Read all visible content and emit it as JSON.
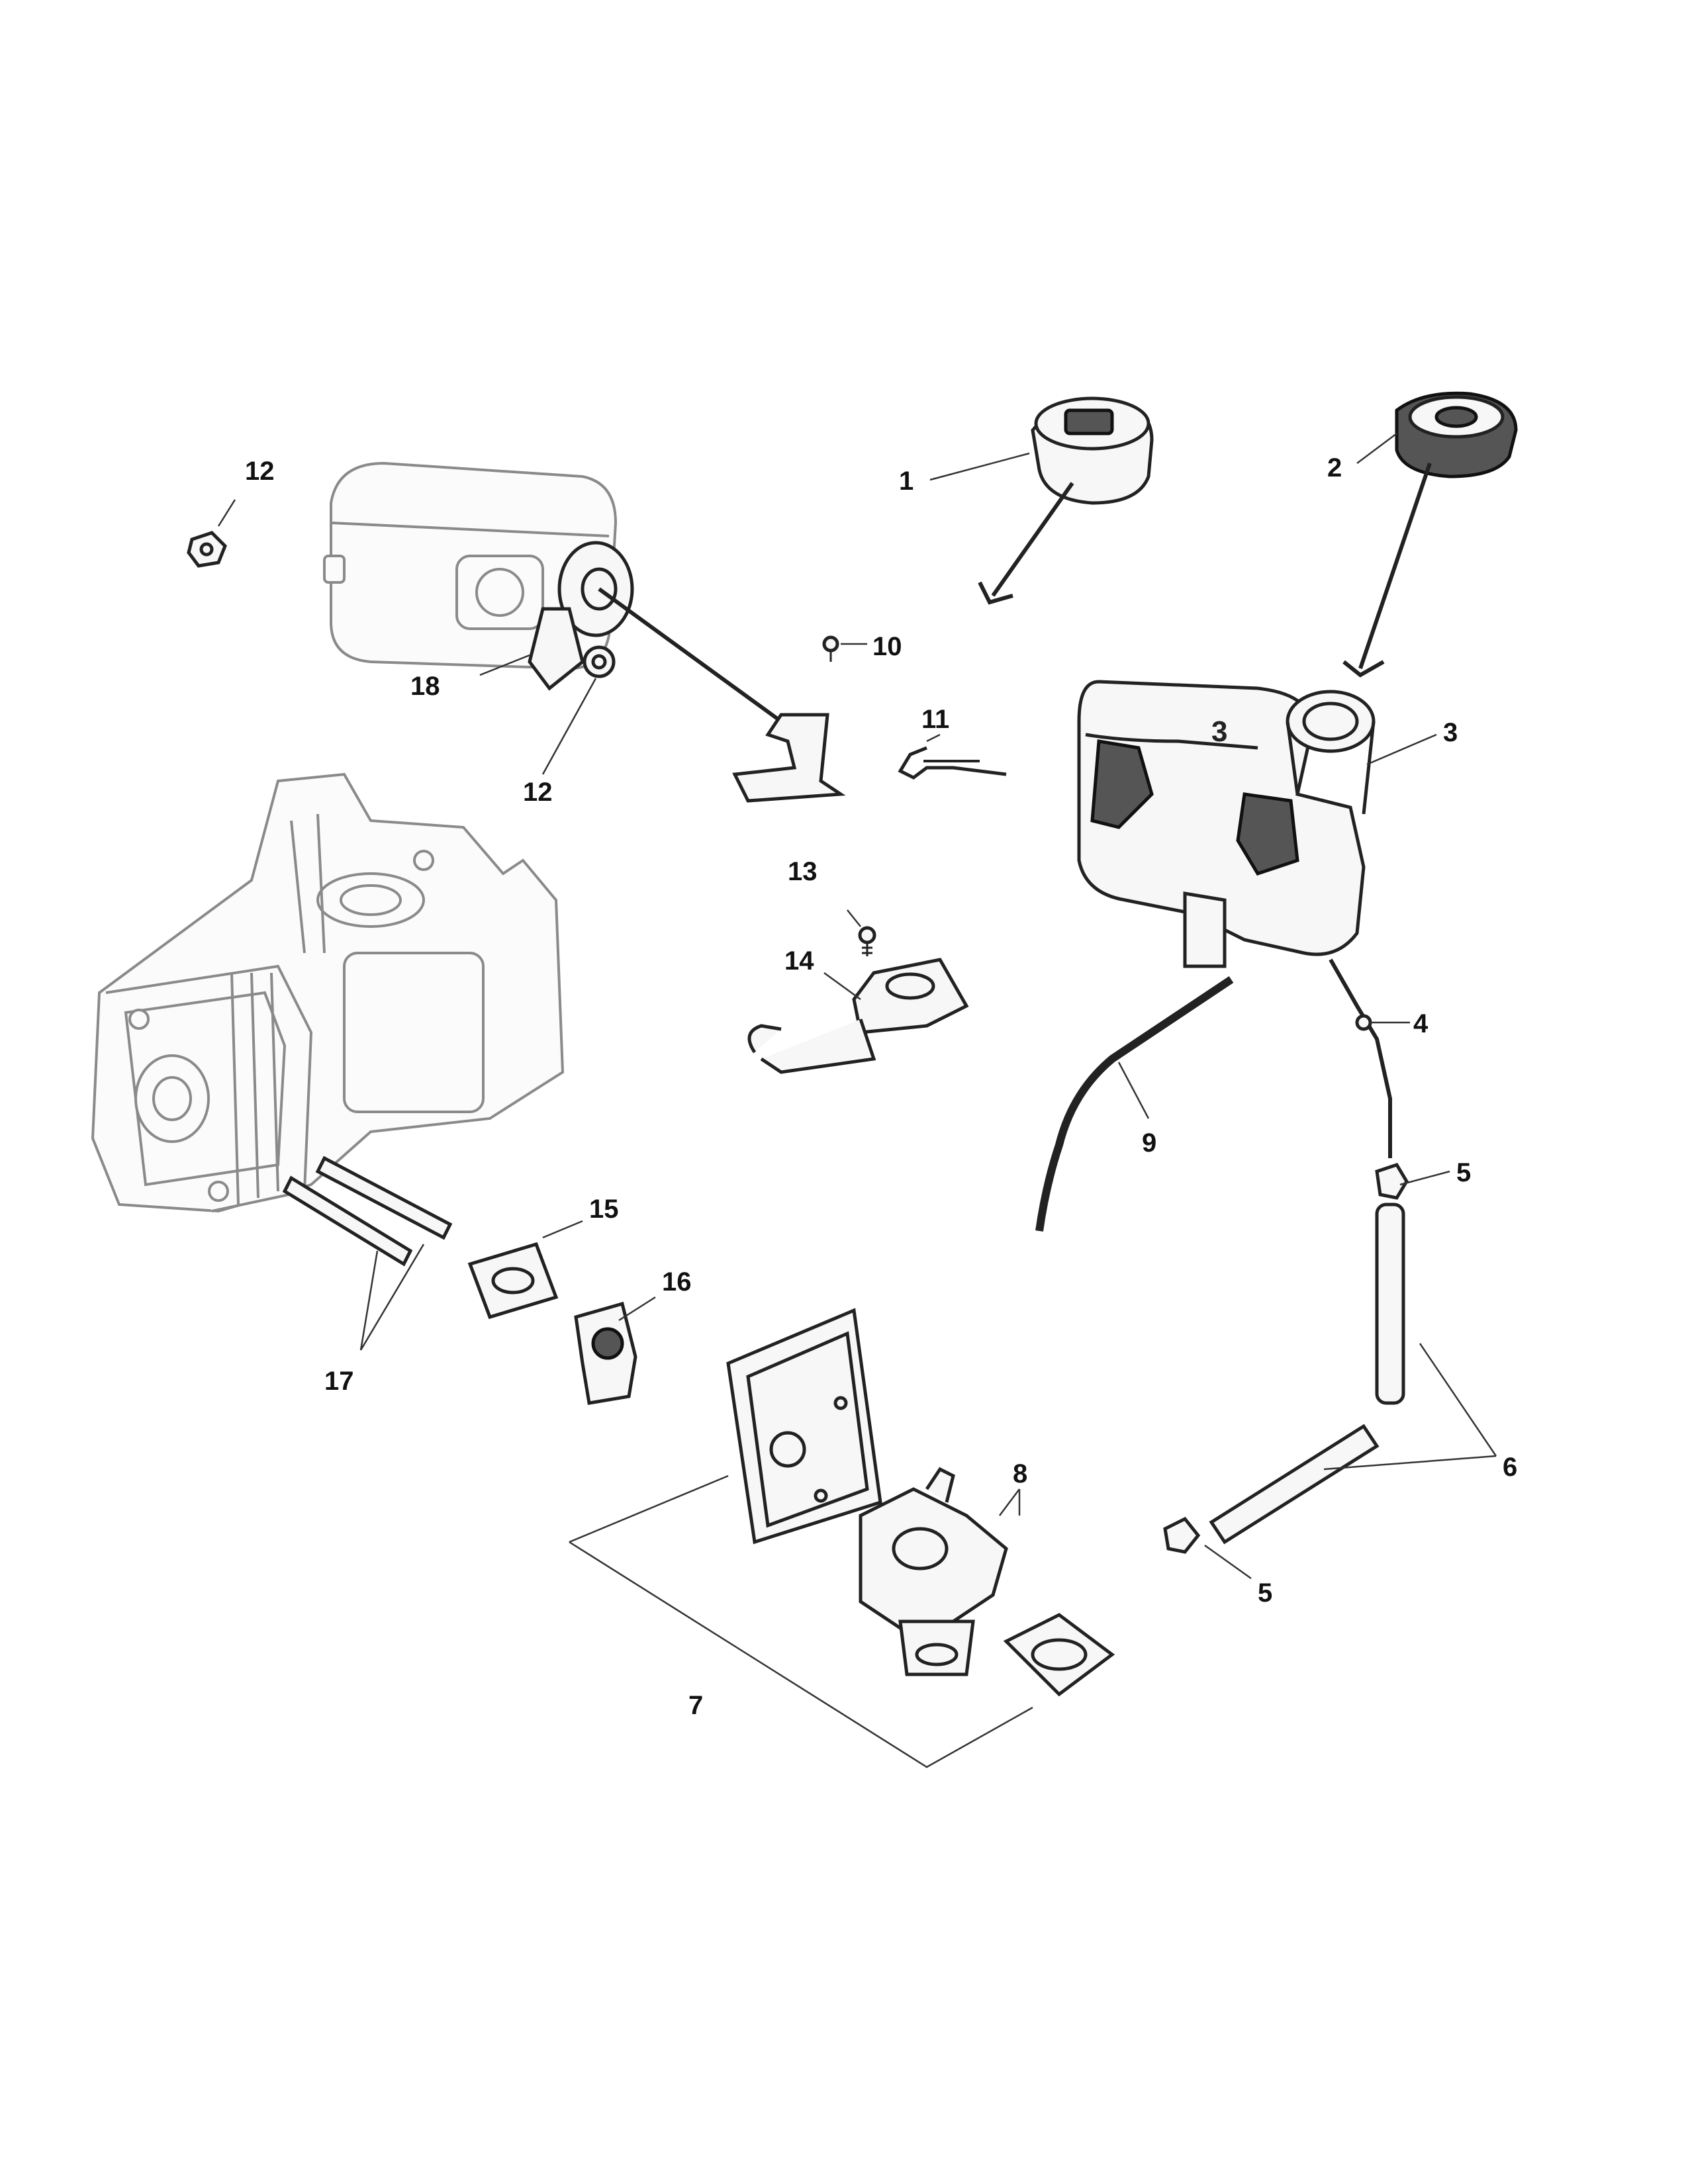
{
  "callouts": [
    {
      "id": "1",
      "label": "1"
    },
    {
      "id": "2",
      "label": "2"
    },
    {
      "id": "3",
      "label": "3"
    },
    {
      "id": "4",
      "label": "4"
    },
    {
      "id": "5a",
      "label": "5"
    },
    {
      "id": "5b",
      "label": "5"
    },
    {
      "id": "6",
      "label": "6"
    },
    {
      "id": "7",
      "label": "7"
    },
    {
      "id": "8",
      "label": "8"
    },
    {
      "id": "9",
      "label": "9"
    },
    {
      "id": "10",
      "label": "10"
    },
    {
      "id": "11",
      "label": "11"
    },
    {
      "id": "12a",
      "label": "12"
    },
    {
      "id": "12b",
      "label": "12"
    },
    {
      "id": "13",
      "label": "13"
    },
    {
      "id": "14",
      "label": "14"
    },
    {
      "id": "15",
      "label": "15"
    },
    {
      "id": "16",
      "label": "16"
    },
    {
      "id": "17",
      "label": "17"
    },
    {
      "id": "18",
      "label": "18"
    }
  ]
}
